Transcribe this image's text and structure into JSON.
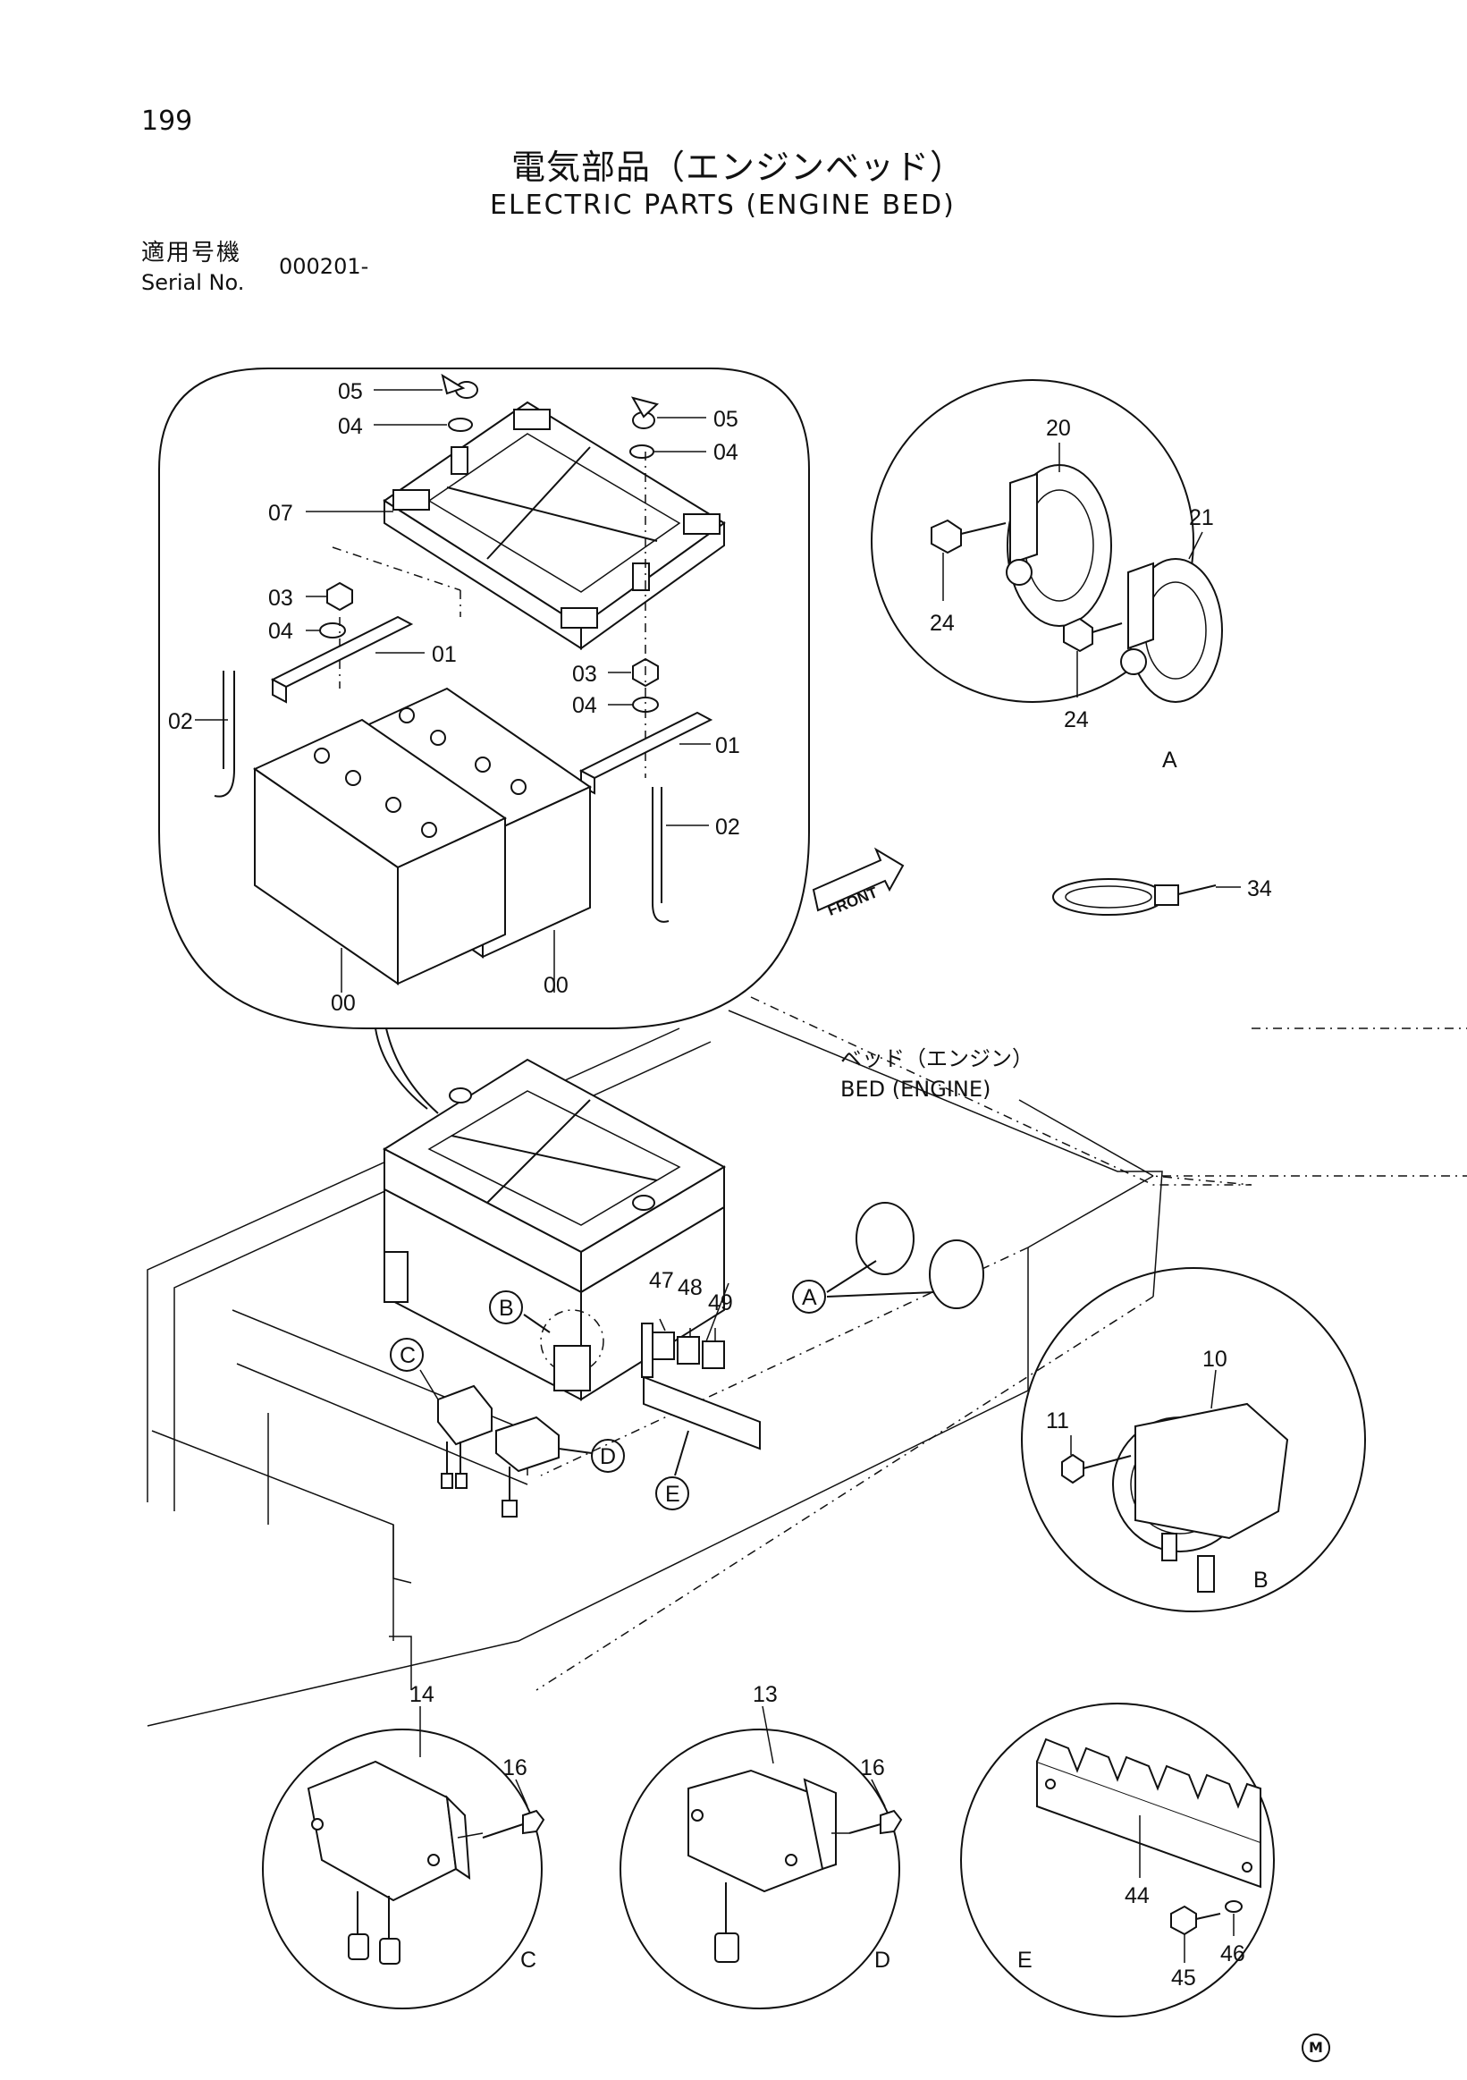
{
  "header": {
    "page_number": "199",
    "title_jp": "電気部品（エンジンベッド）",
    "title_en": "ELECTRIC PARTS (ENGINE BED)"
  },
  "serial": {
    "label_jp": "適用号機",
    "label_en": "Serial No.",
    "value": "000201-"
  },
  "callouts": {
    "c05a": "05",
    "c04a": "04",
    "c05b": "05",
    "c04b": "04",
    "c07": "07",
    "c03a": "03",
    "c04c": "04",
    "c01a": "01",
    "c02a": "02",
    "c03b": "03",
    "c04d": "04",
    "c01b": "01",
    "c02b": "02",
    "c00a": "00",
    "c00b": "00",
    "c20": "20",
    "c21": "21",
    "c24a": "24",
    "c24b": "24",
    "c34": "34",
    "c47": "47",
    "c48": "48",
    "c49": "49",
    "c10": "10",
    "c11": "11",
    "c14": "14",
    "c16a": "16",
    "c13": "13",
    "c16b": "16",
    "c44": "44",
    "c45": "45",
    "c46": "46"
  },
  "detail_letters": {
    "a": "A",
    "b": "B",
    "c": "C",
    "d": "D",
    "e": "E"
  },
  "bed_label_jp": "ベッド（エンジン）",
  "bed_label_en": "BED (ENGINE)",
  "front_label": "FRONT",
  "corner_mark": "M"
}
